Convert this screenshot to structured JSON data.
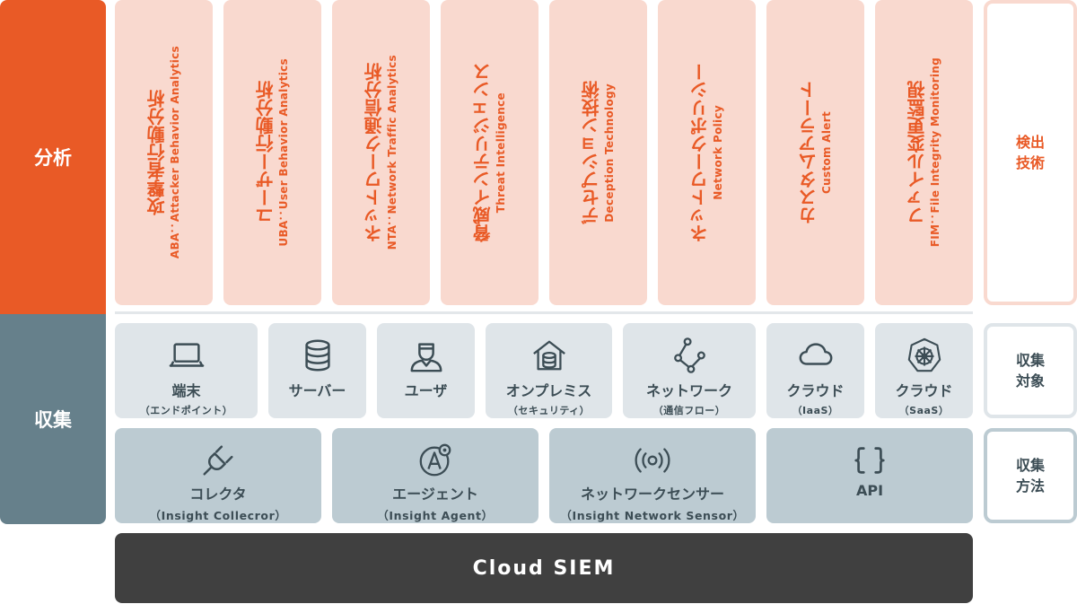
{
  "side": {
    "analysis": "分析",
    "collect": "収集"
  },
  "analysis": [
    {
      "jp": "攻撃者行動分析",
      "en": "ABA：Attacker Behavior Analytics"
    },
    {
      "jp": "ユーザー行動分析",
      "en": "UBA：User Behavior Analytics"
    },
    {
      "jp": "ネットワーク通信分析",
      "en": "NTA：Network Traffic Analytics"
    },
    {
      "jp": "脅威インテリジェンス",
      "en": "Threat Intelligence"
    },
    {
      "jp": "デセプション技術",
      "en": "Deception Technology"
    },
    {
      "jp": "ネットワークポリシー",
      "en": "Network Policy"
    },
    {
      "jp": "カスタムアラート",
      "en": "Custom Alert"
    },
    {
      "jp": "ファイル変更監視",
      "en": "FIM：File Integrity Monitoring"
    }
  ],
  "targets": [
    {
      "label": "端末",
      "sub": "（エンドポイント）",
      "icon": "laptop-icon"
    },
    {
      "label": "サーバー",
      "sub": "",
      "icon": "database-icon"
    },
    {
      "label": "ユーザ",
      "sub": "",
      "icon": "user-icon"
    },
    {
      "label": "オンプレミス",
      "sub": "（セキュリティ）",
      "icon": "building-database-icon"
    },
    {
      "label": "ネットワーク",
      "sub": "（通信フロー）",
      "icon": "network-graph-icon"
    },
    {
      "label": "クラウド",
      "sub": "（IaaS）",
      "icon": "cloud-icon"
    },
    {
      "label": "クラウド",
      "sub": "（SaaS）",
      "icon": "kubernetes-wheel-icon"
    }
  ],
  "methods": [
    {
      "label": "コレクタ",
      "sub": "（Insight Collecror）",
      "icon": "plug-icon"
    },
    {
      "label": "エージェント",
      "sub": "（Insight Agent）",
      "icon": "agent-icon"
    },
    {
      "label": "ネットワークセンサー",
      "sub": "（Insight Network Sensor）",
      "icon": "sensor-icon"
    },
    {
      "label": "API",
      "sub": "",
      "icon": "braces-icon"
    }
  ],
  "right": {
    "detect_1": "検出",
    "detect_2": "技術",
    "target_1": "収集",
    "target_2": "対象",
    "method_1": "収集",
    "method_2": "方法"
  },
  "siem": "Cloud SIEM",
  "colors": {
    "orange": "#e95a26",
    "peach": "#f9d9cf",
    "slate": "#66808b",
    "light_gray": "#dfe5e9",
    "gray_blue": "#bccbd2",
    "dark": "#404040",
    "text": "#3c4d55"
  }
}
